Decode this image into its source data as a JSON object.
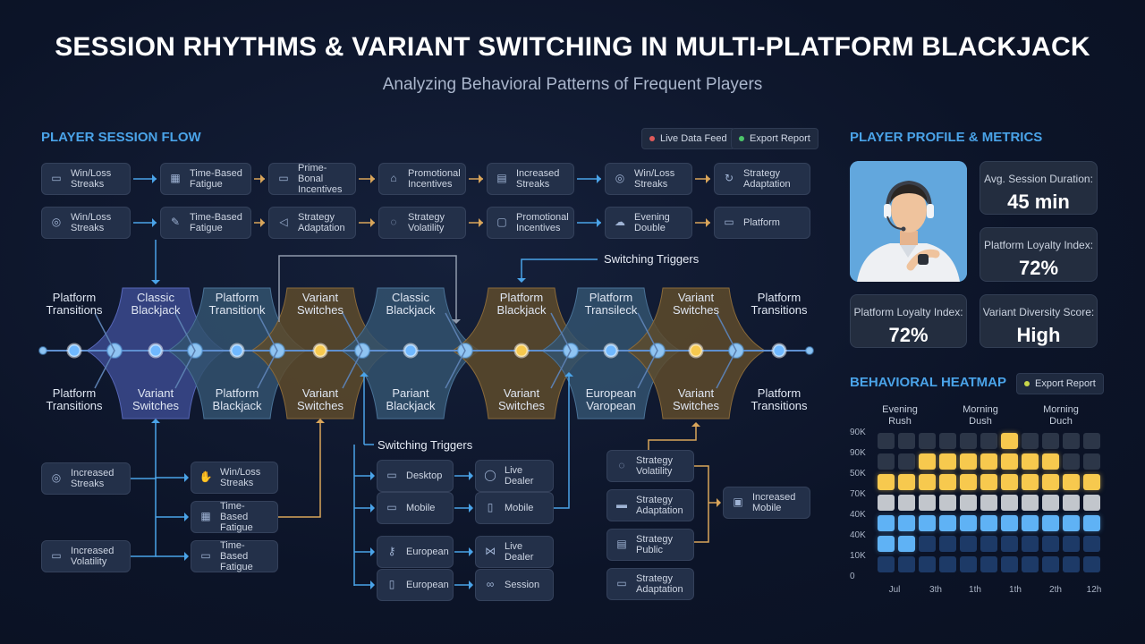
{
  "header": {
    "title": "SESSION RHYTHMS & VARIANT SWITCHING IN MULTI-PLATFORM BLACKJACK",
    "subtitle": "Analyzing Behavioral Patterns of Frequent Players"
  },
  "session_flow": {
    "heading": "PLAYER SESSION FLOW",
    "live_feed": "Live Data Feed",
    "export": "Export Report",
    "row1": [
      {
        "label": "Win/Loss\nStreaks",
        "icon": "monitor-icon"
      },
      {
        "label": "Time-Based\nFatigue",
        "icon": "calendar-icon"
      },
      {
        "label": "Prime-Bonal\nIncentives",
        "icon": "monitor-icon"
      },
      {
        "label": "Promotional\nIncentives",
        "icon": "gift-icon"
      },
      {
        "label": "Increased\nStreaks",
        "icon": "chart-icon"
      },
      {
        "label": "Win/Loss\nStreaks",
        "icon": "chip-icon"
      },
      {
        "label": "Strategy\nAdaptation",
        "icon": "refresh-icon"
      }
    ],
    "row2": [
      {
        "label": "Win/Loss\nStreaks",
        "icon": "chip-icon"
      },
      {
        "label": "Time-Based\nFatigue",
        "icon": "pen-icon"
      },
      {
        "label": "Strategy\nAdaptation",
        "icon": "sound-icon"
      },
      {
        "label": "Strategy\nVolatility",
        "icon": "bulb-icon"
      },
      {
        "label": "Promotional\nIncentives",
        "icon": "lock-icon"
      },
      {
        "label": "Evening\nDouble",
        "icon": "cloud-icon"
      },
      {
        "label": "Platform",
        "icon": "monitor-icon"
      }
    ],
    "switching_triggers": "Switching Triggers",
    "bands_top": [
      "Platform\nTransitions",
      "Classic\nBlackjack",
      "Platform\nTransitionk",
      "Variant\nSwitches",
      "Classic\nBlackjack",
      "Platform\nBlackjack",
      "Platform\nTransileck",
      "Variant\nSwitches",
      "Platform\nTransitions"
    ],
    "bands_bottom": [
      "Platform\nTransitions",
      "Variant\nSwitches",
      "Platform\nBlackjack",
      "Variant\nSwitches",
      "Pariant\nBlackjack",
      "Variant\nSwitches",
      "European\nVaropean",
      "Variant\nSwitches",
      "Platform\nTransitions"
    ],
    "left_sources": [
      {
        "label": "Increased\nStreaks",
        "icon": "chip-icon"
      },
      {
        "label": "Increased\nVolatility",
        "icon": "monitor-icon"
      }
    ],
    "left_targets": [
      {
        "label": "Win/Loss\nStreaks",
        "icon": "hands-icon"
      },
      {
        "label": "Time-Based\nFatigue",
        "icon": "calendar-icon"
      },
      {
        "label": "Time-Based\nFatigue",
        "icon": "monitor-icon"
      }
    ],
    "mid_left": [
      {
        "label": "Desktop",
        "icon": "monitor-icon"
      },
      {
        "label": "Mobile",
        "icon": "monitor-icon"
      },
      {
        "label": "European",
        "icon": "key-icon"
      },
      {
        "label": "European",
        "icon": "phone-icon"
      }
    ],
    "mid_right": [
      {
        "label": "Live Dealer",
        "icon": "user-icon"
      },
      {
        "label": "Mobile",
        "icon": "phone-icon"
      },
      {
        "label": "Live Dealer",
        "icon": "share-icon"
      },
      {
        "label": "Session",
        "icon": "link-icon"
      }
    ],
    "right_stack": [
      {
        "label": "Strategy\nVolatility",
        "icon": "bulb-icon"
      },
      {
        "label": "Strategy\nAdaptation",
        "icon": "card-icon"
      },
      {
        "label": "Strategy\nPublic",
        "icon": "document-icon"
      },
      {
        "label": "Strategy\nAdaptation",
        "icon": "chat-icon"
      }
    ],
    "right_target": {
      "label": "Increased\nMobile",
      "icon": "device-icon"
    }
  },
  "profile": {
    "heading": "PLAYER PROFILE & METRICS",
    "metrics": [
      {
        "label": "Avg. Session Duration:",
        "value": "45 min"
      },
      {
        "label": "Platform Loyalty Index:",
        "value": "72%"
      },
      {
        "label": "Platform Loyalty Index:",
        "value": "72%"
      },
      {
        "label": "Variant Diversity Score:",
        "value": "High"
      }
    ]
  },
  "heatmap": {
    "heading": "BEHAVIORAL HEATMAP",
    "export": "Export Report",
    "top_labels": [
      "Evening\nRush",
      "Morning\nDush",
      "Morning\nDuch"
    ],
    "y_labels": [
      "90K",
      "90K",
      "50K",
      "70K",
      "40K",
      "40K",
      "10K",
      "0"
    ],
    "x_labels": [
      "Jul",
      "3th",
      "1th",
      "1th",
      "2th",
      "12h"
    ],
    "rows": [
      [
        0,
        0,
        0,
        0,
        0,
        0,
        1,
        0,
        0,
        0,
        0
      ],
      [
        0,
        0,
        1,
        1,
        1,
        1,
        1,
        1,
        1,
        0,
        0
      ],
      [
        1,
        1,
        1,
        1,
        1,
        1,
        1,
        1,
        1,
        1,
        1
      ],
      [
        2,
        2,
        2,
        2,
        2,
        2,
        2,
        2,
        2,
        2,
        2
      ],
      [
        3,
        3,
        3,
        3,
        3,
        3,
        3,
        3,
        3,
        3,
        3
      ],
      [
        3,
        3,
        4,
        4,
        4,
        4,
        4,
        4,
        4,
        4,
        4
      ],
      [
        4,
        4,
        4,
        4,
        4,
        4,
        4,
        4,
        4,
        4,
        4
      ]
    ],
    "colors": [
      "#2c3648",
      "#f7c94e",
      "#c2c6cc",
      "#5fb2f5",
      "#1d3a67"
    ]
  },
  "colors": {
    "accent": "#4aa3e8",
    "blue_band": "#3b4a8e",
    "gold_band": "#5e4b2c",
    "steel_band": "#33526e",
    "node_blue": "#6fb8ff",
    "node_gold": "#f7c94e"
  }
}
